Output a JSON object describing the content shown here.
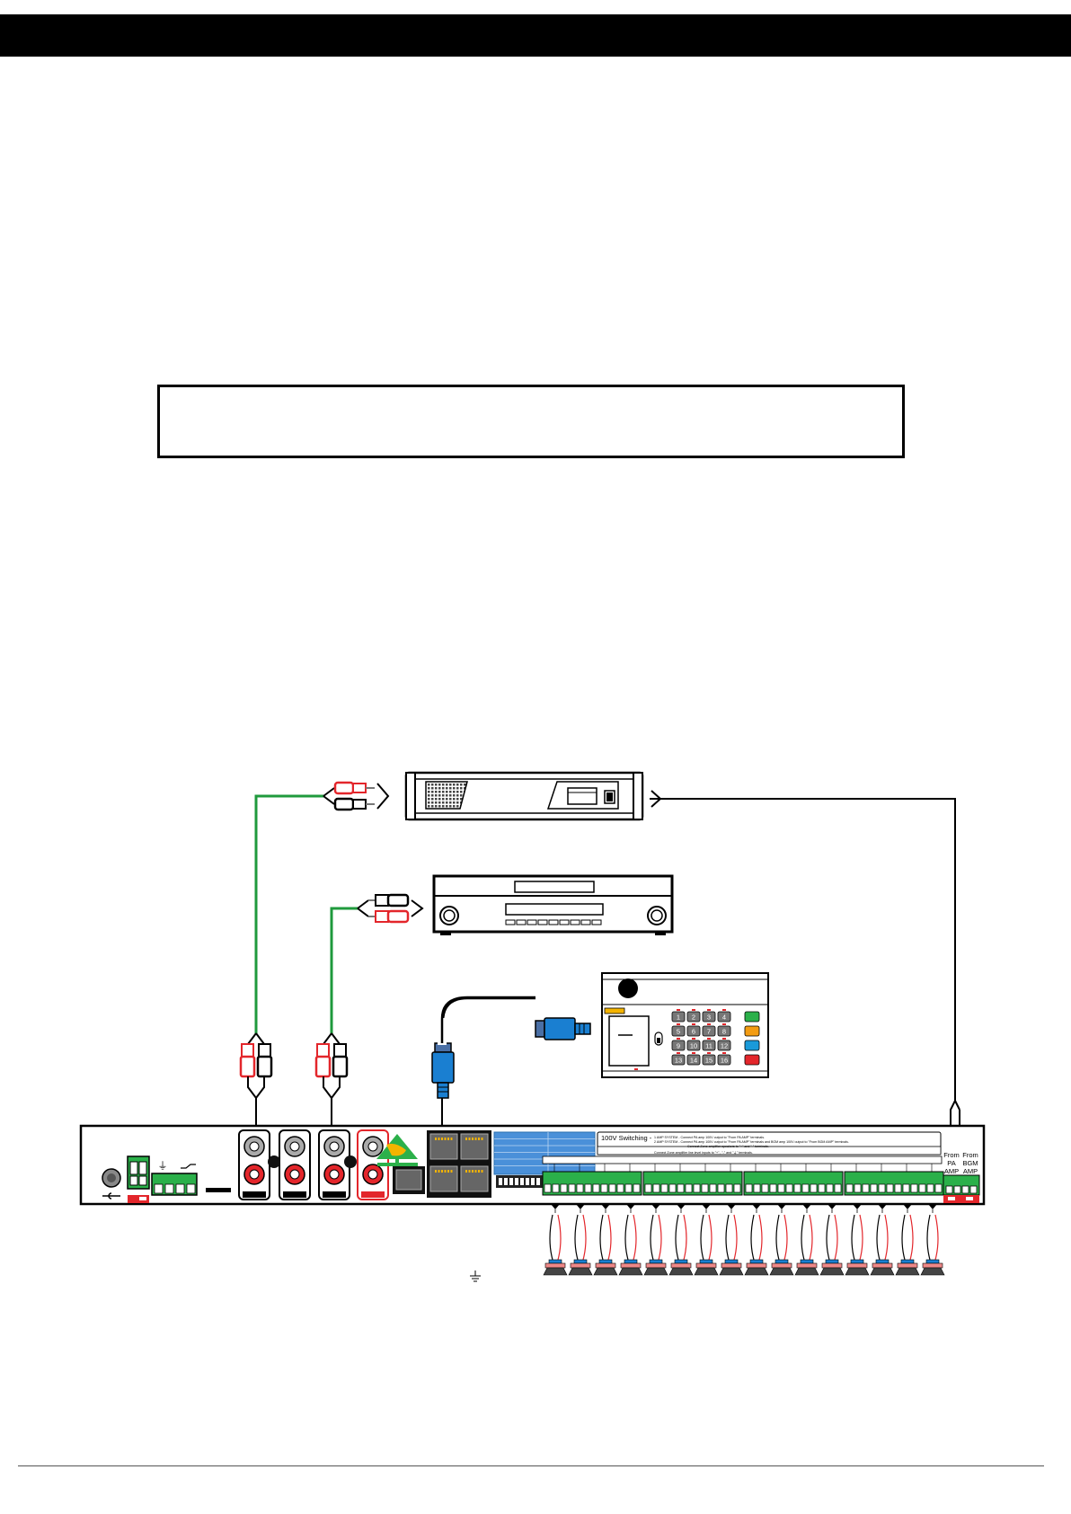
{
  "colors": {
    "green_cable": "#1f9a3c",
    "terminal_green": "#2bb04a",
    "rca_red": "#e3262b",
    "rj45_blue": "#1a7fd1",
    "panel_blue": "#4a90d9",
    "line": "#000000"
  },
  "terminal_labels": {
    "from_pa": [
      "From",
      "PA",
      "AMP"
    ],
    "from_bgm": [
      "From",
      "BGM",
      "AMP"
    ]
  },
  "switching_panel": {
    "title": "100V Switching -",
    "line1": "1 AMP SYSTEM - Connect PA amp 100V output to \"From PA AMP\" terminals.",
    "line2": "2 AMP SYSTEM - Connect PA amp 100V output to \"From PA AMP\" terminals and BGM amp 100V output to \"From BGM AMP\" terminals.",
    "line3": "Connect Zone amplifier speakers to \"+\" and \"-\" terminals.",
    "line4": "Connect Zone amplifier line level inputs to \"+\" , \"-\" and \"⏚\" terminals."
  },
  "keypad": {
    "keys": [
      "1",
      "2",
      "3",
      "4",
      "5",
      "6",
      "7",
      "8",
      "9",
      "10",
      "11",
      "12",
      "13",
      "14",
      "15",
      "16"
    ],
    "side_colors": [
      "#2bb04a",
      "#f39c12",
      "#1a9ad9",
      "#e3262b"
    ]
  },
  "speakers": {
    "count": 16
  },
  "icons": [
    "earth-ground-icon",
    "power-jack-icon",
    "australian-made-logo",
    "speaker-icon",
    "rj45-plug-icon"
  ]
}
